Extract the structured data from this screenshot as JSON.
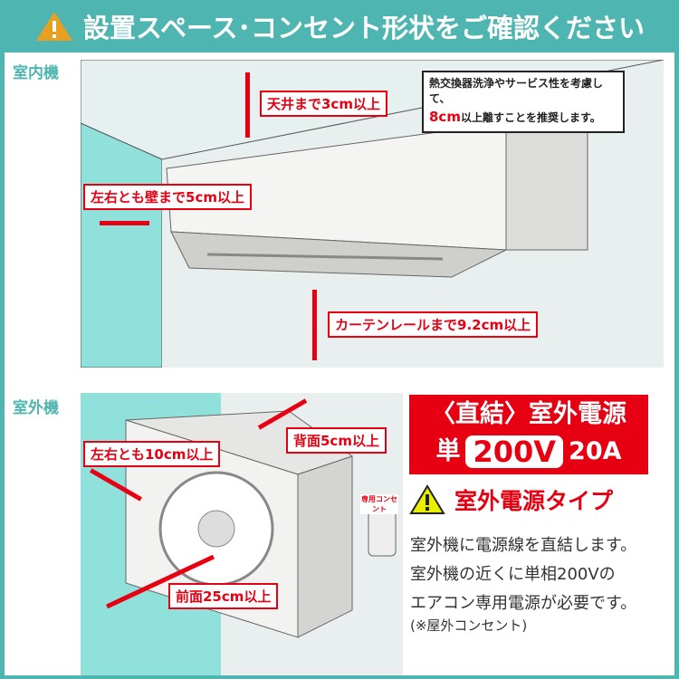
{
  "title": {
    "text": "設置スペース･コンセント形状をご確認ください",
    "icon": "warning-icon"
  },
  "indoor": {
    "section_label": "室内機",
    "ceiling_label": "天井まで3cm以上",
    "wall_label": "左右とも壁まで5cm以上",
    "curtain_label": "カーテンレールまで9.2cm以上",
    "note_line1": "熱交換器洗浄やサービス性を考慮して、",
    "note_highlight": "8cm",
    "note_line2": "以上離すことを推奨します。"
  },
  "outdoor": {
    "section_label": "室外機",
    "back_label": "背面5cm以上",
    "sides_label": "左右とも10cm以上",
    "front_label": "前面25cm以上",
    "outlet_tag": "専用コンセント"
  },
  "power": {
    "line1": "〈直結〉室外電源",
    "single": "単",
    "voltage": "200V",
    "ampere": "20A",
    "type_label": "室外電源タイプ",
    "desc1": "室外機に電源線を直結します。",
    "desc2": "室外機の近くに単相200Vの",
    "desc3": "エアコン専用電源が必要です。",
    "desc4": "(※屋外コンセント)"
  },
  "colors": {
    "teal": "#4fb5b0",
    "red": "#e60012",
    "warning": "#e8a020"
  }
}
